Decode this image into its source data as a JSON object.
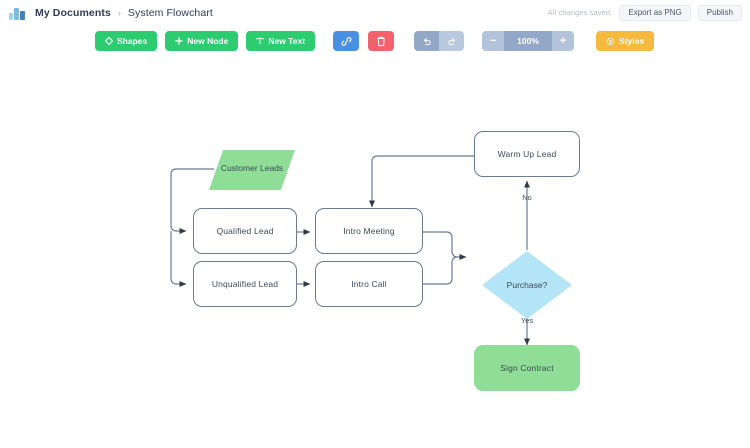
{
  "header": {
    "logo_icon": "bars-logo-icon",
    "breadcrumb": {
      "root": "My Documents",
      "separator": "›",
      "current": "System Flowchart"
    },
    "saved_status": "All changes saved.",
    "export_label": "Export as PNG",
    "publish_label": "Publish"
  },
  "toolbar": {
    "shapes_label": "Shapes",
    "shapes_icon": "diamond-icon",
    "new_node_label": "New Node",
    "new_node_icon": "plus-icon",
    "new_text_label": "New Text",
    "new_text_icon": "text-t-icon",
    "link_icon": "link-icon",
    "delete_icon": "trash-icon",
    "undo_icon": "undo-arrow-icon",
    "redo_icon": "redo-arrow-icon",
    "zoom_out_label": "−",
    "zoom_level": "100%",
    "zoom_in_label": "+",
    "styles_label": "Styles",
    "styles_icon": "gear-icon"
  },
  "colors": {
    "accent_green": "#2ecc71",
    "node_green": "#8fdd96",
    "node_blue": "#b3e5f7",
    "link_blue": "#4a90e2",
    "delete_red": "#f4606c",
    "styles_yellow": "#f5b940",
    "stroke": "#6b7b91",
    "text": "#3d4a5c"
  },
  "diagram": {
    "title": "System Flowchart",
    "nodes": [
      {
        "id": "customer-leads",
        "label": "Customer Leads",
        "shape": "parallelogram",
        "fill": "green"
      },
      {
        "id": "qualified-lead",
        "label": "Qualified Lead",
        "shape": "rounded-rect",
        "fill": "white"
      },
      {
        "id": "unqualified-lead",
        "label": "Unqualified Lead",
        "shape": "rounded-rect",
        "fill": "white"
      },
      {
        "id": "intro-meeting",
        "label": "Intro Meeting",
        "shape": "rounded-rect",
        "fill": "white"
      },
      {
        "id": "intro-call",
        "label": "Intro Call",
        "shape": "rounded-rect",
        "fill": "white"
      },
      {
        "id": "warm-up-lead",
        "label": "Warm Up Lead",
        "shape": "rounded-rect",
        "fill": "white"
      },
      {
        "id": "purchase",
        "label": "Purchase?",
        "shape": "diamond",
        "fill": "blue"
      },
      {
        "id": "sign-contract",
        "label": "Sign Contract",
        "shape": "rounded-rect",
        "fill": "green"
      }
    ],
    "edge_labels": {
      "no": "No",
      "yes": "Yes"
    }
  }
}
